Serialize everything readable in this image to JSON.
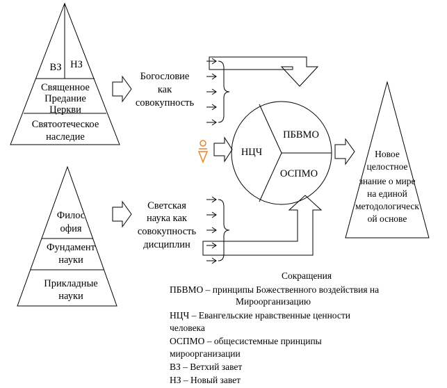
{
  "top_pyramid": {
    "left_cell": "ВЗ",
    "right_cell": "НЗ",
    "middle_lines": [
      "Священное",
      "Предание",
      "Церкви"
    ],
    "bottom_lines": [
      "Святоотеческое",
      "наследие"
    ]
  },
  "bottom_pyramid": {
    "top_lines": [
      "Филос",
      "офия"
    ],
    "middle_lines": [
      "Фундамент",
      "науки"
    ],
    "bottom_lines": [
      "Прикладные",
      "науки"
    ]
  },
  "theology_label": [
    "Богословие",
    "как",
    "совокупность"
  ],
  "secular_label": [
    "Светская",
    "наука как",
    "совокупность",
    "дисциплин"
  ],
  "circle": {
    "left": "НЦЧ",
    "right_top": "ПБВМО",
    "right_bottom": "ОСПМО"
  },
  "result_pyramid": [
    "Новое",
    "целостное",
    "знание о мире",
    "на единой",
    "методологическ",
    "ой основе"
  ],
  "human_icon": "person-icon",
  "legend": {
    "title": "Сокращения",
    "lines": [
      "ПБВМО – принципы Божественного воздействия на",
      "Мироорганизацию",
      "НЦЧ – Евангельские нравственные ценности",
      "человека",
      "ОСПМО – общесистемные принципы",
      "мироорганизации",
      "ВЗ – Ветхий завет",
      "НЗ – Новый завет"
    ]
  },
  "colors": {
    "stroke": "#000000",
    "person": "#e8842a"
  }
}
